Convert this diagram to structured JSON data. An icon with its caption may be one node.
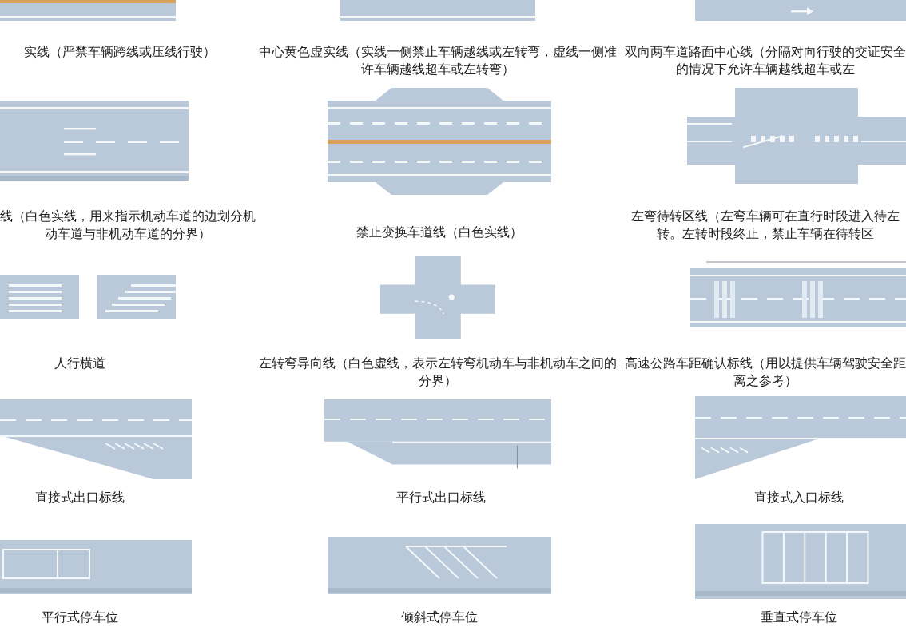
{
  "diagram": {
    "labels": [
      "实线（严禁车辆跨线或压线行驶）",
      "中心黄色虚实线（实线一侧禁止车辆越线或左转弯，虚线一侧准许车辆越线超车或左转弯）",
      "双向两车道路面中心线（分隔对向行驶的交证安全的情况下允许车辆越线超车或左",
      "线（白色实线，用来指示机动车道的边划分机动车道与非机动车道的分界）",
      "禁止变换车道线（白色实线）",
      "左弯待转区线（左弯车辆可在直行时段进入待左转。左转时段终止，禁止车辆在待转区",
      "人行横道",
      "左转弯导向线（白色虚线，表示左转弯机动车与非机动车之间的分界）",
      "高速公路车距确认标线（用以提供车辆驾驶安全距离之参考）",
      "直接式出口标线",
      "平行式出口标线",
      "直接式入口标线",
      "平行式停车位",
      "倾斜式停车位",
      "垂直式停车位"
    ]
  }
}
